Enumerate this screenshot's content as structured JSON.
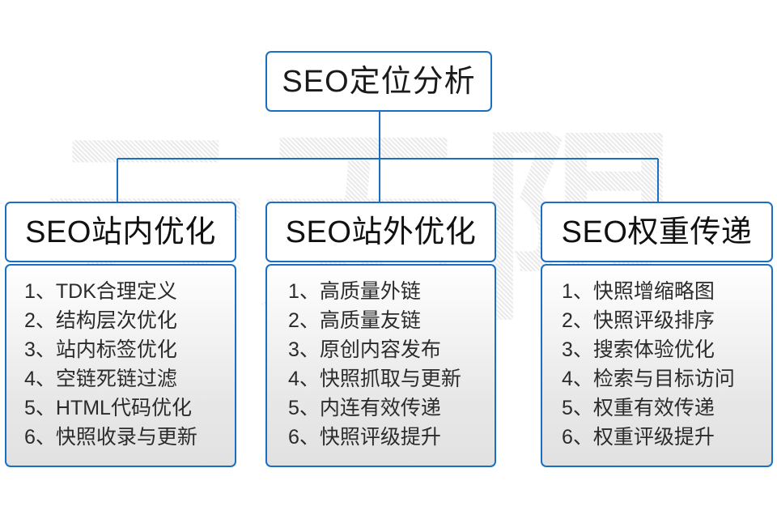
{
  "watermark": {
    "text": "云无限"
  },
  "diagram": {
    "root": {
      "title": "SEO定位分析"
    },
    "columns": [
      {
        "title": "SEO站内优化",
        "items": [
          "1、TDK合理定义",
          "2、结构层次优化",
          "3、站内标签优化",
          "4、空链死链过滤",
          "5、HTML代码优化",
          "6、快照收录与更新"
        ]
      },
      {
        "title": "SEO站外优化",
        "items": [
          "1、高质量外链",
          "2、高质量友链",
          "3、原创内容发布",
          "4、快照抓取与更新",
          "5、内连有效传递",
          "6、快照评级提升"
        ]
      },
      {
        "title": "SEO权重传递",
        "items": [
          "1、快照增缩略图",
          "2、快照评级排序",
          "3、搜索体验优化",
          "4、检索与目标访问",
          "5、权重有效传递",
          "6、权重评级提升"
        ]
      }
    ]
  },
  "colors": {
    "border_blue": "#1b6fc0",
    "connector_blue": "#1b6fc0",
    "text_dark": "#1a1a1a",
    "body_gradient_top": "#ffffff",
    "body_gradient_bottom": "#e1e1e1",
    "watermark_gray": "#e9e9e9"
  }
}
